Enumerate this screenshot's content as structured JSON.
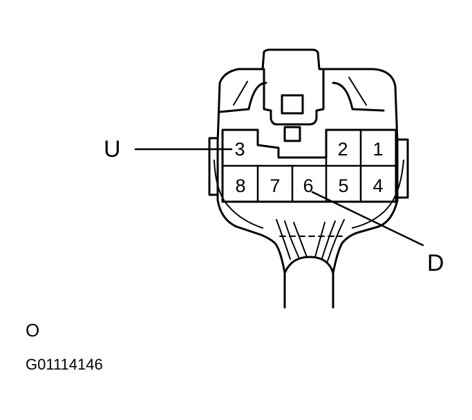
{
  "diagram": {
    "callouts": {
      "left": "U",
      "right": "D"
    },
    "pins": {
      "p1": "1",
      "p2": "2",
      "p3": "3",
      "p4": "4",
      "p5": "5",
      "p6": "6",
      "p7": "7",
      "p8": "8"
    }
  },
  "footer": {
    "view_mark": "O",
    "figure_id": "G01114146"
  },
  "colors": {
    "line": "#000000",
    "background": "#ffffff"
  }
}
